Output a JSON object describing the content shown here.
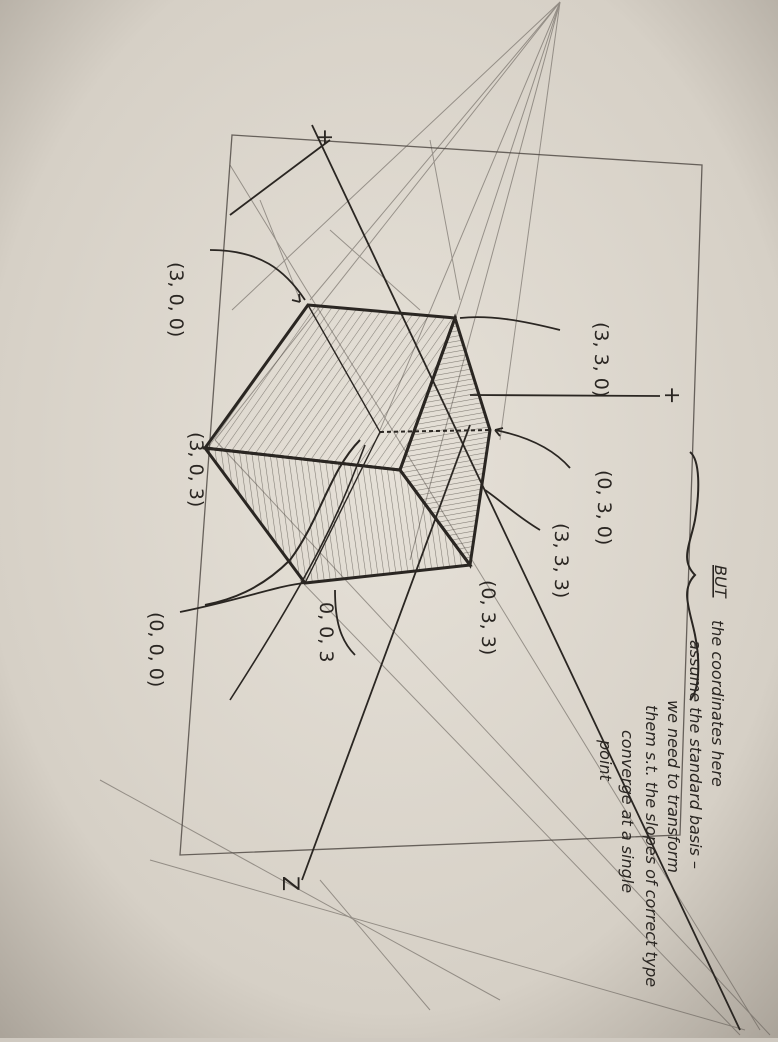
{
  "paper_color": "#d9d4cb",
  "pencil_color": "#2a2622",
  "axes": {
    "x": "+",
    "y": "+",
    "z": "Z"
  },
  "vertices": {
    "v300": "(3, 0, 0)",
    "v330": "(3, 3, 0)",
    "v303": "(3, 0, 3)",
    "v030": "(0, 3, 0)",
    "v333": "(3, 3, 3)",
    "v033": "(0, 3, 3)",
    "v003": "0, 0, 3",
    "v000": "(0, 0, 0)"
  },
  "note": {
    "heading": "BUT",
    "lines": [
      "the coordinates here",
      "assume the standard basis –",
      "we need to transform",
      "them s.t. the slopes of correct type",
      "converge at a single",
      "point"
    ]
  }
}
